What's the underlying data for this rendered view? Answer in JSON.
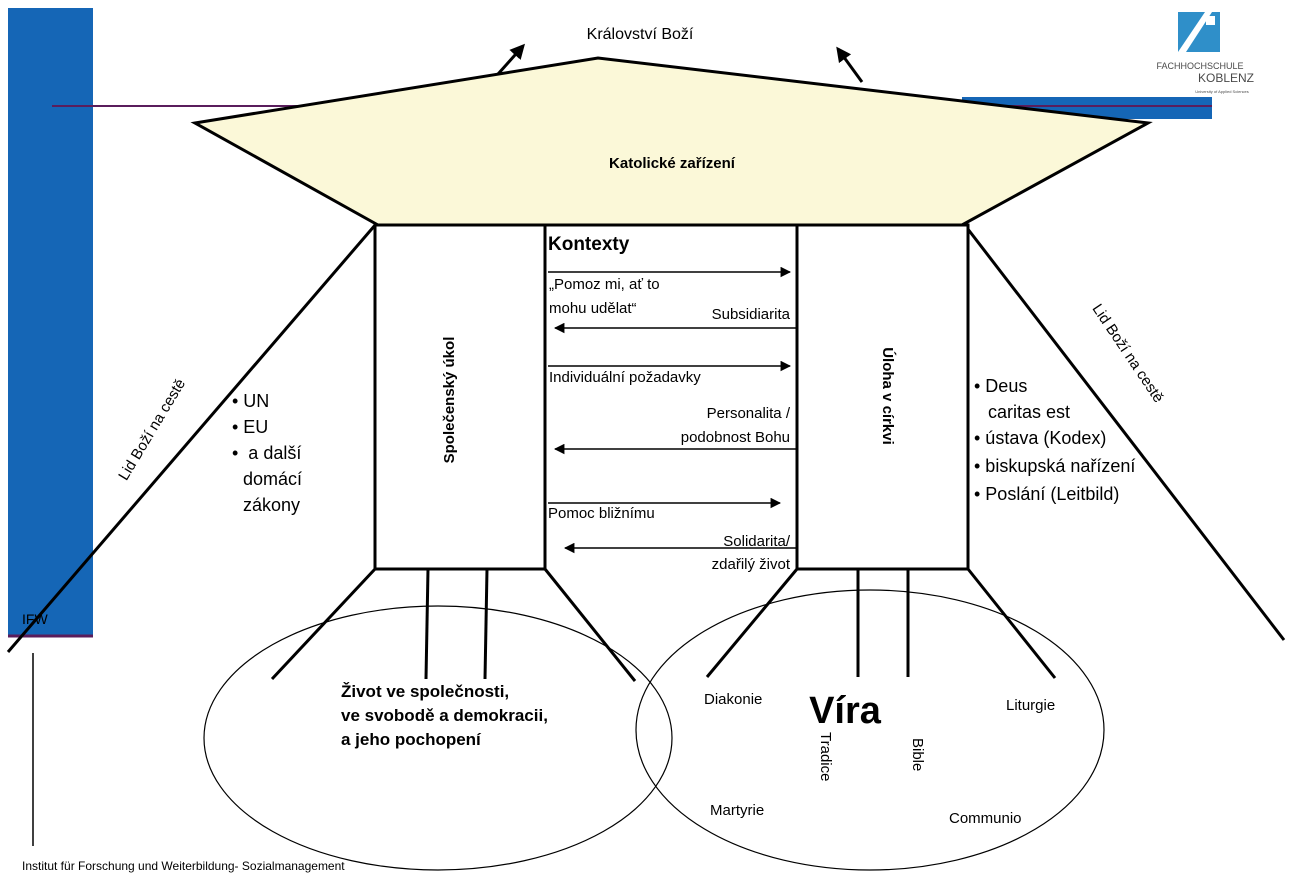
{
  "title": "Království Boží",
  "roof_label": "Katolické zařízení",
  "left_pillar_label": "Společenský úkol",
  "right_pillar_label": "Úloha v církvi",
  "context": {
    "heading": "Kontexty",
    "items": [
      {
        "label": "„Pomoz mi, ať to\nmohu udělat“",
        "direction": "right"
      },
      {
        "label": "Subsidiarita",
        "direction": "left"
      },
      {
        "label": "Individuální požadavky",
        "direction": "right"
      },
      {
        "label": "Personalita /\npodobnost Bohu",
        "direction": "left"
      },
      {
        "label": "Pomoc bližnímu",
        "direction": "right"
      },
      {
        "label": "Solidarita/\nzdařilý život",
        "direction": "left"
      }
    ]
  },
  "left_list": [
    "• UN",
    "• EU",
    "•  a další",
    "domácí",
    "zákony"
  ],
  "right_list": [
    "• Deus",
    "caritas est",
    "• ústava (Kodex)",
    "• biskupská nařízení",
    "• Poslání (Leitbild)"
  ],
  "left_side_label": "Lid Boží na cestě",
  "right_side_label": "Lid Boží na cestě",
  "left_ellipse_text": [
    "Život ve společnosti,",
    "ve svobodě a demokracii,",
    "a jeho pochopení"
  ],
  "right_ellipse": {
    "center": "Víra",
    "diakonie": "Diakonie",
    "liturgie": "Liturgie",
    "martyrie": "Martyrie",
    "communio": "Communio",
    "tradice": "Tradice",
    "bible": "Bible"
  },
  "institute_abbrev": "IFW",
  "footer": "Institut für Forschung und Weiterbildung- Sozialmanagement",
  "logo": {
    "line1": "FACHHOCHSCHULE",
    "line2": "KOBLENZ",
    "line3": "University of Applied Sciences"
  },
  "colors": {
    "blue": "#1566b6",
    "roof_fill": "#fbf8d8",
    "purple_line": "#5a1d5c",
    "logo_blue": "#2f8fc9"
  }
}
